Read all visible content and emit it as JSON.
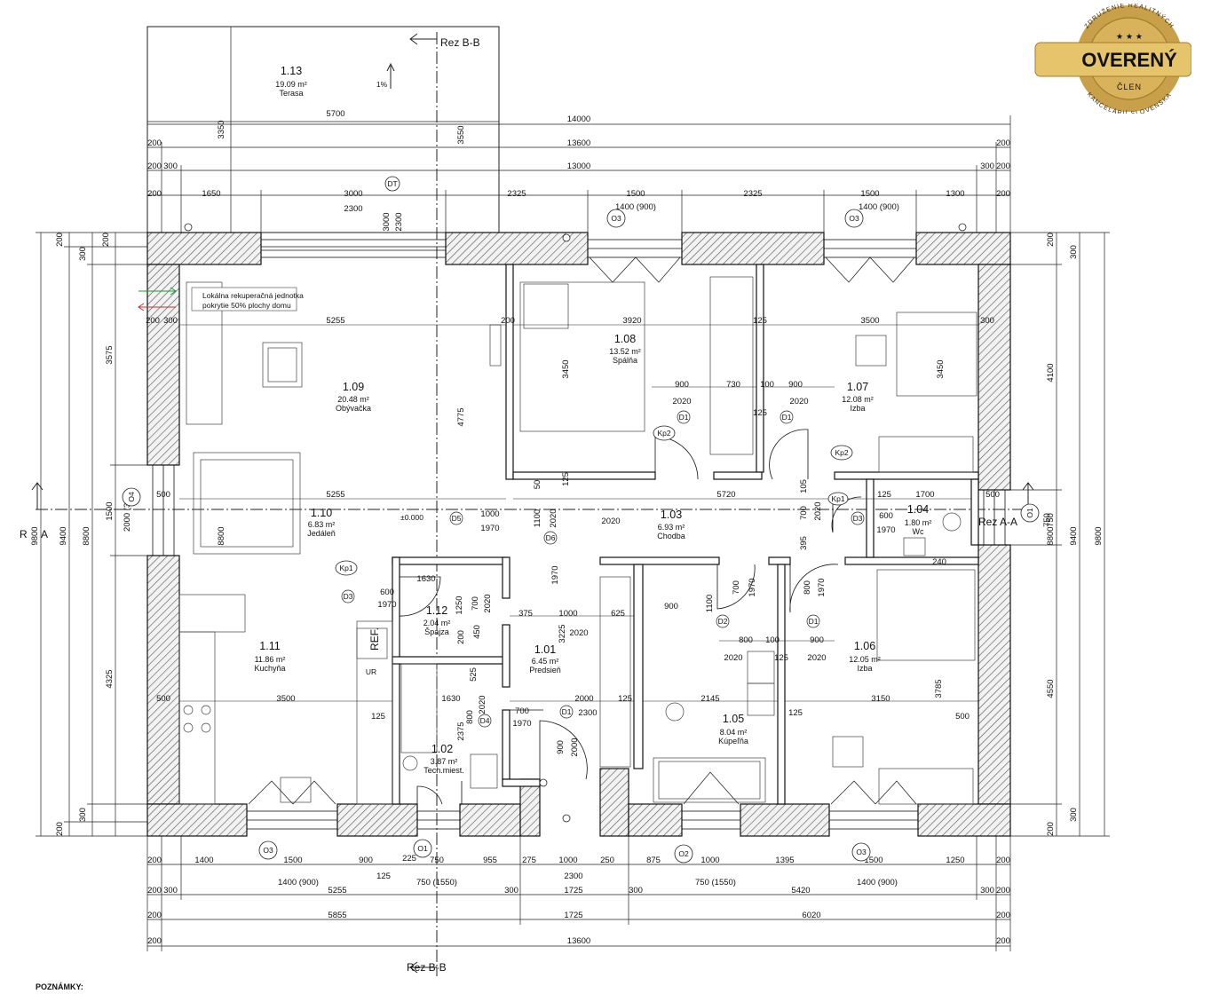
{
  "section_labels": {
    "top": "Rez B-B",
    "bottom": "Rez B-B",
    "left_letter": "A",
    "left_prefix": "R",
    "right": "Rez A-A"
  },
  "badge": {
    "arc_top": "ZDRUŽENIE REALITNÝCH",
    "arc_bottom": "KANCELÁRIÍ SLOVENSKA",
    "stars": "★ ★ ★",
    "main": "OVERENÝ",
    "sub": "ČLEN",
    "colors": {
      "gold": "#c8a04a",
      "dark": "#111111"
    }
  },
  "notes_label": "POZNÁMKY:",
  "level_mark": "±0.000",
  "slope_mark": "1%",
  "recuperation_note": [
    "Lokálna rekuperačná jednotka",
    "pokrytie 50% plochy domu"
  ],
  "rooms": [
    {
      "id": "1.13",
      "area": "19.09 m²",
      "name": "Terasa"
    },
    {
      "id": "1.09",
      "area": "20.48 m²",
      "name": "Obývačka"
    },
    {
      "id": "1.08",
      "area": "13.52 m²",
      "name": "Spálňa"
    },
    {
      "id": "1.07",
      "area": "12.08 m²",
      "name": "Izba"
    },
    {
      "id": "1.10",
      "area": "6.83 m²",
      "name": "Jedáleň"
    },
    {
      "id": "1.03",
      "area": "6.93 m²",
      "name": "Chodba"
    },
    {
      "id": "1.04",
      "area": "1.80 m²",
      "name": "Wc"
    },
    {
      "id": "1.11",
      "area": "11.86 m²",
      "name": "Kuchyňa"
    },
    {
      "id": "1.12",
      "area": "2.04 m²",
      "name": "Špajza"
    },
    {
      "id": "1.01",
      "area": "6.45 m²",
      "name": "Predsieň"
    },
    {
      "id": "1.02",
      "area": "3.87 m²",
      "name": "Tech.miest."
    },
    {
      "id": "1.05",
      "area": "8.04 m²",
      "name": "Kúpeľňa"
    },
    {
      "id": "1.06",
      "area": "12.05 m²",
      "name": "Izba"
    }
  ],
  "dims_top": {
    "terrace_width": "5700",
    "terrace_depth": "3350",
    "terrace_depth2": "3550",
    "row1": [
      "14000"
    ],
    "row2": [
      "200",
      "13600",
      "200"
    ],
    "row3": [
      "200",
      "300",
      "13000",
      "300",
      "200"
    ],
    "row4": [
      "200",
      "1650",
      "3000",
      "2325",
      "1500",
      "2325",
      "1500",
      "1300",
      "200"
    ],
    "row4_sub": [
      "2300",
      "1400 (900)",
      "1400 (900)"
    ],
    "dt_vals": [
      "3000",
      "2300"
    ]
  },
  "dims_bottom": {
    "row1": [
      "200",
      "1400",
      "1500",
      "900",
      "225",
      "750",
      "955",
      "275",
      "1000",
      "250",
      "875",
      "1000",
      "1395",
      "1500",
      "1250",
      "200"
    ],
    "row1_sub": [
      "125",
      "1400 (900)",
      "750 (1550)",
      "2300",
      "750 (1550)",
      "1400 (900)"
    ],
    "row2": [
      "200",
      "300",
      "5255",
      "300",
      "1725",
      "300",
      "5420",
      "300",
      "200"
    ],
    "row3": [
      "200",
      "5855",
      "1725",
      "6020",
      "200"
    ],
    "row4": [
      "200",
      "13600",
      "200"
    ]
  },
  "dims_left": {
    "outer": "9800",
    "mid": "9400",
    "inner": "8800",
    "parts": [
      "200",
      "300",
      "3575",
      "1500",
      "4325",
      "300",
      "200"
    ],
    "window_height": "2000 (300)",
    "top_pair": [
      "200",
      "300"
    ]
  },
  "dims_right": {
    "outer": "9800",
    "mid": "9400",
    "inner": "8800",
    "parts": [
      "200",
      "300",
      "4100",
      "750",
      "4550",
      "300",
      "200"
    ]
  },
  "inner_dims": {
    "living": [
      "5255",
      "4775",
      "200",
      "300",
      "500"
    ],
    "bedroom": [
      "3920",
      "3450",
      "125",
      "900",
      "730",
      "2020"
    ],
    "room107": [
      "3500",
      "3450",
      "100",
      "900",
      "2020",
      "125",
      "300"
    ],
    "dining": [
      "5255",
      "8800",
      "500",
      "1000",
      "1970"
    ],
    "corridor": [
      "5720",
      "2020",
      "1100",
      "2020",
      "700",
      "2020",
      "395",
      "105",
      "50",
      "125",
      "1970"
    ],
    "wc": [
      "125",
      "1700",
      "600",
      "1970",
      "500",
      "750",
      "240"
    ],
    "kitchen": [
      "3500",
      "500",
      "125",
      "1630",
      "600",
      "1970",
      "700",
      "2020",
      "1250",
      "200",
      "450",
      "1630",
      "525",
      "2375",
      "800",
      "2020"
    ],
    "hall": [
      "375",
      "1000",
      "625",
      "3225",
      "2020",
      "2000",
      "125",
      "700",
      "1970",
      "2300",
      "900",
      "2000"
    ],
    "bath": [
      "900",
      "1100",
      "800",
      "100",
      "2020",
      "2145",
      "125",
      "700",
      "1970"
    ],
    "room106": [
      "3150",
      "3785",
      "500",
      "900",
      "2020",
      "125",
      "800",
      "1970"
    ]
  },
  "tags": {
    "window_O3": "O3",
    "window_O4": "O4",
    "door_O1": "O1",
    "door_O2": "O2",
    "DT": "DT",
    "Kp1": "Kp1",
    "Kp2": "Kp2",
    "REF": "REF.",
    "UR": "UR",
    "D1": "D1",
    "D2": "D2",
    "D3": "D3",
    "D4": "D4",
    "D5": "D5",
    "D6": "D6"
  }
}
